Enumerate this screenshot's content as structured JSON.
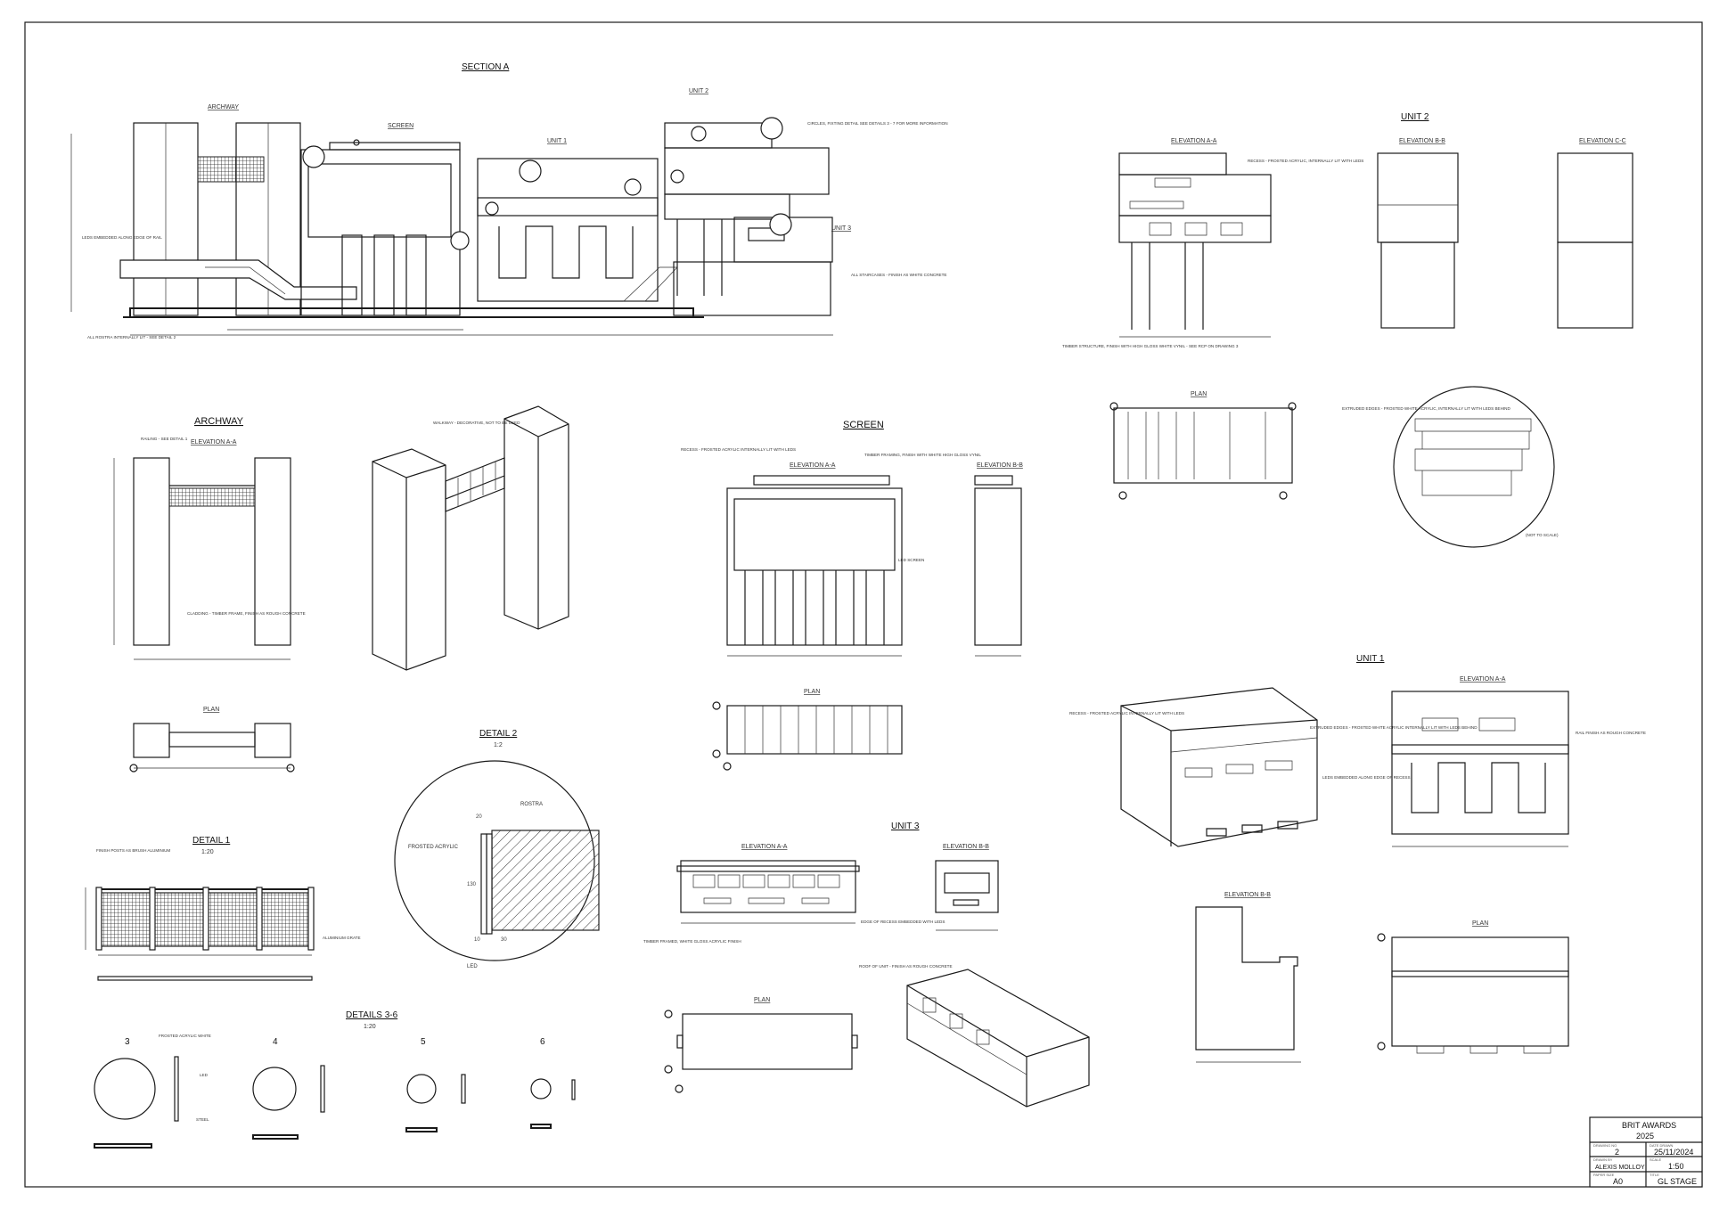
{
  "sheet": {
    "section_a": "SECTION A",
    "archway_title": "ARCHWAY",
    "screen_title": "SCREEN",
    "unit1_title": "UNIT 1",
    "unit2_title": "UNIT 2",
    "unit3_title": "UNIT 3",
    "elev_aa": "ELEVATION A-A",
    "elev_bb": "ELEVATION B-B",
    "elev_cc": "ELEVATION C-C",
    "plan": "PLAN",
    "detail1": "DETAIL 1",
    "detail1_scale": "1:20",
    "detail2": "DETAIL 2",
    "detail2_scale": "1:2",
    "details36": "DETAILS 3-6",
    "details36_scale": "1:20",
    "detail_numbers": [
      "3",
      "4",
      "5",
      "6"
    ],
    "rostra": "ROSTRA",
    "frosted_acrylic": "FROSTED ACRYLIC",
    "led": "LED",
    "d2_dims": [
      "20",
      "130",
      "10",
      "30"
    ],
    "not_to_scale": "(NOT TO SCALE)"
  },
  "notes": {
    "leds_rail": "LEDS EMBEDDED ALONG EDGE OF RAIL",
    "rostra_internally": "ALL ROSTRA INTERNALLY LIT - SEE DETAIL 2",
    "all_staircases": "ALL STAIRCASES - FINISH AS WHITE CONCRETE",
    "circles_detail": "CIRCLES, FIXTING DETAIL SEE DETAILS 3 - 7 FOR MORE INFORMATION",
    "railing_detail": "RAILING - SEE DETAIL 1",
    "cladding": "CLADDING - TIMBER FRAME, FINISH AS ROUGH CONCRETE",
    "walkway": "WALKWAY - DECORATIVE, NOT TO BE USED",
    "recess_screen": "RECESS - FROSTED ACRYLIC INTERNALLY LIT WITH LEDS",
    "timber_framing": "TIMBER FRAMING, FINISH WITH WHITE HIGH GLOSS VYNIL",
    "led_screen": "LED SCREEN",
    "unit2_recess": "RECESS - FROSTED ACRYLIC, INTERNALLY LIT WITH LEDS",
    "timber_structure": "TIMBER STRUCTURE, FINISH WITH HIGH GLOSS WHITE VYNIL - SEE RCP ON DRAWING 3",
    "extruded_edges": "EXTRUDED EDGES - FROSTED WHITE ACRYLIC, INTERNALLY LIT WITH LEDS BEHIND",
    "unit1_recess": "RECESS - FROSTED ACRYLIC INTERNALLY LIT WITH LEDS",
    "unit1_extruded": "EXTRUDED EDGES - FROSTED WHITE ACRYLIC INTERNALLY LIT WITH LEDS BEHIND",
    "leds_recess": "LEDS EMBEDDED ALONG EDGE OF RECESS",
    "rail_finish": "RAIL FINISH AS ROUGH CONCRETE",
    "edge_recess": "EDGE OF RECESS EMBEDDED WITH LEDS",
    "timber_framed_unit3": "TIMBER FRAMED, WHITE GLOSS ACRYLIC FINISH",
    "roof_unit": "ROOF OF UNIT - FINISH AS ROUGH CONCRETE",
    "finish_posts": "FINISH POSTS AS BRUSH ALUMINIUM",
    "aluminium_grate": "ALUMINIUM GRATE",
    "frosted_white": "FROSTED ACRYLIC WHITE",
    "led_label": "LED",
    "steel_label": "STEEL"
  },
  "title_block": {
    "project_line1": "BRIT AWARDS",
    "project_line2": "2025",
    "drawing_no_label": "DRAWING NO",
    "drawing_no": "2",
    "date_label": "DATE DRAWN",
    "date": "25/11/2024",
    "drawn_by_label": "DRAWN BY",
    "drawn_by": "ALEXIS MOLLOY",
    "scale_label": "SCALE",
    "scale": "1:50",
    "paper_label": "PAPER SIZE",
    "paper": "A0",
    "title_label": "TITLE",
    "title": "GL STAGE"
  }
}
